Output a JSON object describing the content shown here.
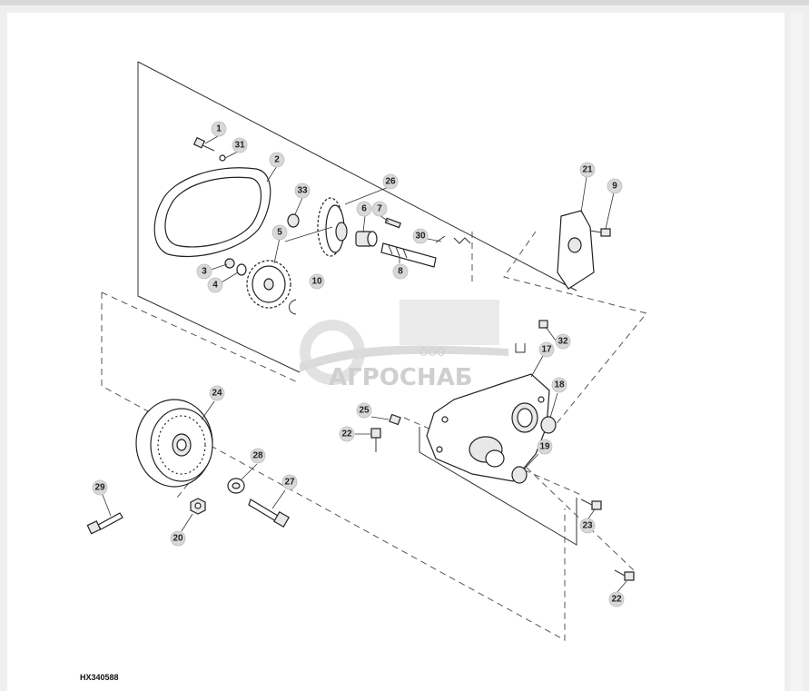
{
  "diagram": {
    "figure_code": "HX340588",
    "watermark": {
      "prefix": "ООО",
      "name": "АГРОСНАБ"
    },
    "callouts": [
      {
        "label": "1"
      },
      {
        "label": "31"
      },
      {
        "label": "2"
      },
      {
        "label": "33"
      },
      {
        "label": "26"
      },
      {
        "label": "7"
      },
      {
        "label": "6"
      },
      {
        "label": "5"
      },
      {
        "label": "30"
      },
      {
        "label": "3"
      },
      {
        "label": "4"
      },
      {
        "label": "8"
      },
      {
        "label": "10"
      },
      {
        "label": "21"
      },
      {
        "label": "9"
      },
      {
        "label": "32"
      },
      {
        "label": "17"
      },
      {
        "label": "18"
      },
      {
        "label": "25"
      },
      {
        "label": "22"
      },
      {
        "label": "19"
      },
      {
        "label": "24"
      },
      {
        "label": "28"
      },
      {
        "label": "27"
      },
      {
        "label": "29"
      },
      {
        "label": "20"
      },
      {
        "label": "23"
      },
      {
        "label": "22"
      }
    ]
  }
}
